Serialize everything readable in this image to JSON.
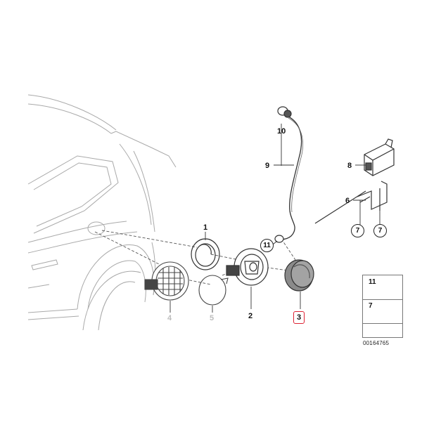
{
  "diagram": {
    "callouts": {
      "p1": "1",
      "p2": "2",
      "p3": "3",
      "p4": "4",
      "p5": "5",
      "p6": "6",
      "p7a": "7",
      "p7b": "7",
      "p8": "8",
      "p9": "9",
      "p10": "10",
      "p11": "11"
    },
    "legend": {
      "row1": "11",
      "row2": "7"
    },
    "document_number": "00164765"
  },
  "colors": {
    "line": "#4a4a4a",
    "highlight_border": "#d23333",
    "faded_label": "#bdbdbd"
  }
}
